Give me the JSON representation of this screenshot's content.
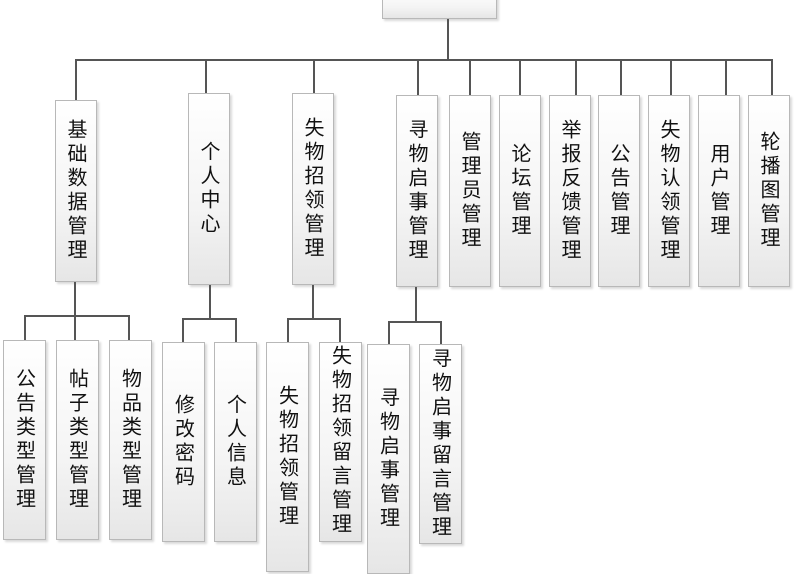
{
  "root": {
    "label": ""
  },
  "modules": [
    {
      "label": "基础数据管理",
      "children": [
        "公告类型管理",
        "帖子类型管理",
        "物品类型管理"
      ]
    },
    {
      "label": "个人中心",
      "children": [
        "修改密码",
        "个人信息"
      ]
    },
    {
      "label": "失物招领管理",
      "children": [
        "失物招领管理",
        "失物招领留言管理"
      ]
    },
    {
      "label": "寻物启事管理",
      "children": [
        "寻物启事管理",
        "寻物启事留言管理"
      ]
    },
    {
      "label": "管理员管理"
    },
    {
      "label": "论坛管理"
    },
    {
      "label": "举报反馈管理"
    },
    {
      "label": "公告管理"
    },
    {
      "label": "失物认领管理"
    },
    {
      "label": "用户管理"
    },
    {
      "label": "轮播图管理"
    }
  ]
}
